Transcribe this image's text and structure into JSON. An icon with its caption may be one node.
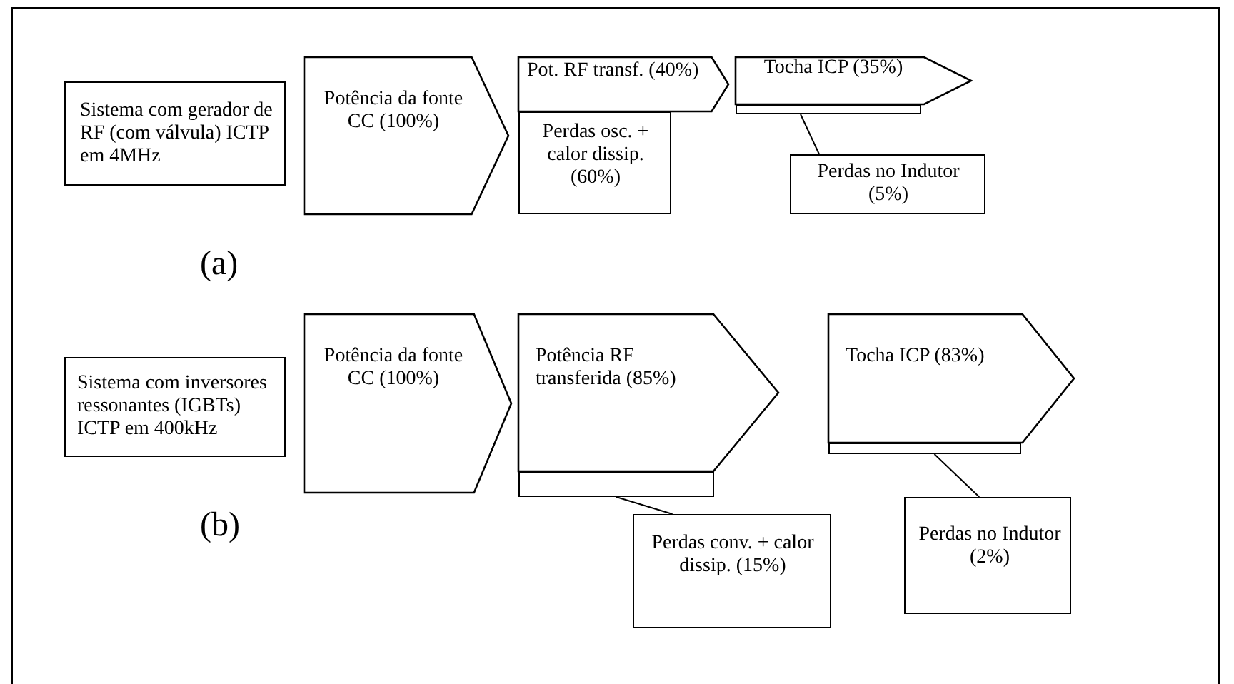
{
  "diagram": {
    "nodes": [
      {
        "text": [
          "Sistema com gerador de RF (com válvula) ICTP em 4MHz"
        ]
      },
      {
        "text": [
          "Potência da fonte CC (100%)"
        ]
      },
      {
        "text": [
          "Pot. RF transf. (40%)"
        ]
      },
      {
        "text": [
          "Perdas osc. + calor dissip. (60%)"
        ]
      },
      {
        "text": [
          "Tocha ICP (35%)"
        ]
      },
      {
        "text": [],
        "shape": "bar"
      },
      {
        "text": [
          "Perdas no Indutor (5%)"
        ]
      },
      {
        "text": [
          "Sistema com inversores ressonantes (IGBTs) ICTP em 400kHz"
        ]
      },
      {
        "text": [
          "Potência da fonte CC (100%)"
        ]
      },
      {
        "text": [
          "Potência RF transferida (85%)"
        ]
      },
      {
        "text": [],
        "shape": "bar"
      },
      {
        "text": [
          "Perdas conv. + calor dissip. (15%)"
        ]
      },
      {
        "text": [
          "Tocha ICP (83%)"
        ]
      },
      {
        "text": [],
        "shape": "bar"
      },
      {
        "text": [
          "Perdas no Indutor (2%)"
        ]
      }
    ],
    "edges": [
      {
        "from": 6,
        "to": 5,
        "arrow": "none"
      },
      {
        "from": 11,
        "to": 10,
        "arrow": "none"
      },
      {
        "from": 14,
        "to": 13,
        "arrow": "none"
      }
    ],
    "labels": [
      "(a)",
      "(b)"
    ]
  }
}
